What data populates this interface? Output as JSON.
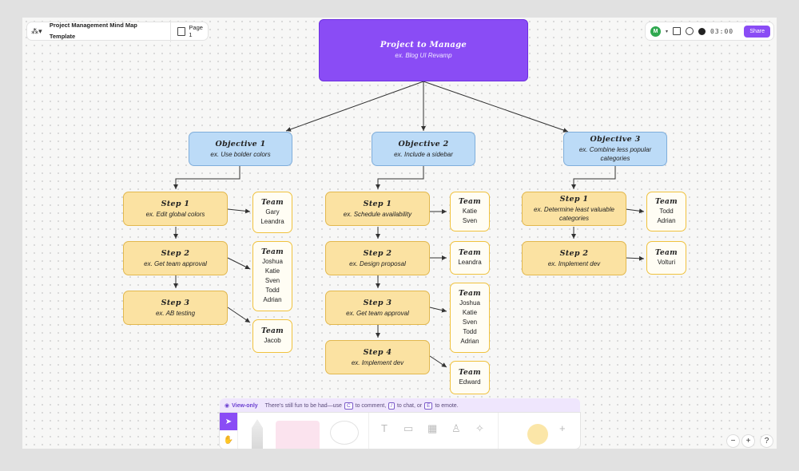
{
  "topbar": {
    "file_title": "Project Management Mind Map Template",
    "page_label": "Page 1",
    "avatar_initial": "M",
    "timer": "03:00",
    "share_label": "Share"
  },
  "map": {
    "root": {
      "title": "Project to Manage",
      "subtitle": "ex. Blog UI Revamp"
    },
    "objectives": [
      {
        "title": "Objective 1",
        "subtitle": "ex. Use bolder colors"
      },
      {
        "title": "Objective 2",
        "subtitle": "ex. Include a sidebar"
      },
      {
        "title": "Objective 3",
        "subtitle": "ex. Combine less popular categories"
      }
    ],
    "branches": [
      {
        "steps": [
          {
            "title": "Step 1",
            "subtitle": "ex. Edit global colors",
            "team_label": "Team",
            "team": "Gary\nLeandra"
          },
          {
            "title": "Step 2",
            "subtitle": "ex. Get team approval",
            "team_label": "Team",
            "team": "Joshua\nKatie\nSven\nTodd\nAdrian"
          },
          {
            "title": "Step 3",
            "subtitle": "ex. AB testing",
            "team_label": "Team",
            "team": "Jacob"
          }
        ]
      },
      {
        "steps": [
          {
            "title": "Step 1",
            "subtitle": "ex. Schedule availability",
            "team_label": "Team",
            "team": "Katie\nSven"
          },
          {
            "title": "Step 2",
            "subtitle": "ex. Design proposal",
            "team_label": "Team",
            "team": "Leandra"
          },
          {
            "title": "Step 3",
            "subtitle": "ex. Get team approval",
            "team_label": "Team",
            "team": "Joshua\nKatie\nSven\nTodd\nAdrian"
          },
          {
            "title": "Step 4",
            "subtitle": "ex. Implement dev",
            "team_label": "Team",
            "team": "Edward"
          }
        ]
      },
      {
        "steps": [
          {
            "title": "Step 1",
            "subtitle": "ex. Determine least valuable categories",
            "team_label": "Team",
            "team": "Todd\nAdrian"
          },
          {
            "title": "Step 2",
            "subtitle": "ex. Implement dev",
            "team_label": "Team",
            "team": "Volturi"
          }
        ]
      }
    ]
  },
  "banner": {
    "mode": "View-only",
    "text1": "There's still fun to be had—use",
    "key1": "C",
    "text2": "to comment,",
    "key2": "/",
    "text3": "to chat, or",
    "key3": "E",
    "text4": "to emote."
  },
  "toolbar": {
    "icons": [
      "pointer-icon",
      "hand-icon",
      "pen-icon",
      "text-icon",
      "sticky-icon",
      "table-icon",
      "stamp-icon",
      "sparkle-icon"
    ]
  },
  "zoom": {
    "out": "−",
    "in": "+",
    "help": "?"
  },
  "colors": {
    "accent": "#8a4cf5",
    "objective": "#bcdbf7",
    "step": "#fbe2a2",
    "team_border": "#f0c23e"
  }
}
